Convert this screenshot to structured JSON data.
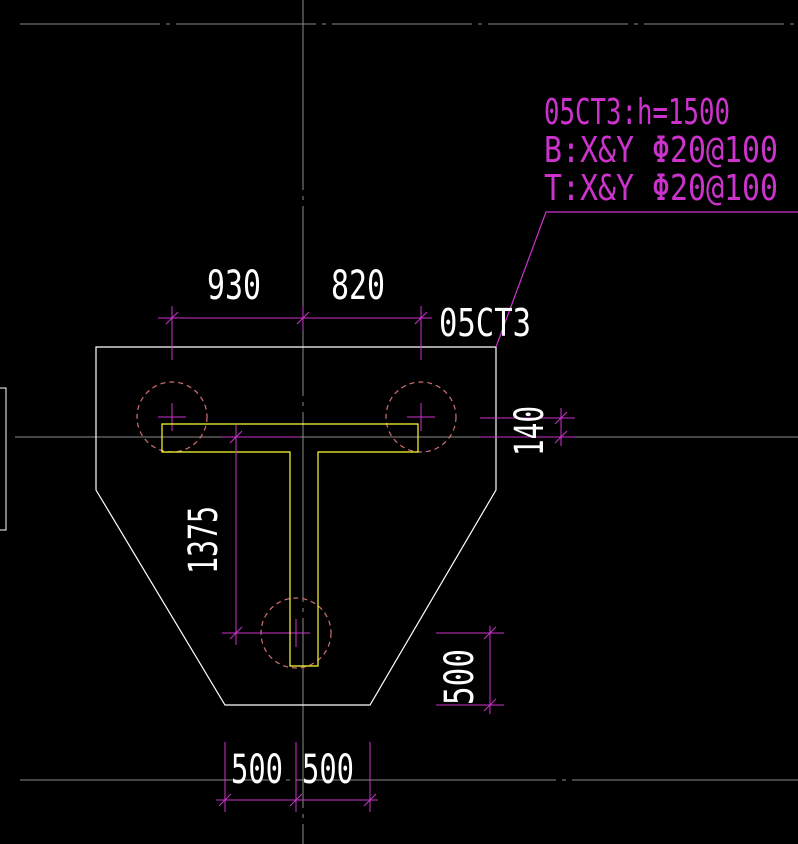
{
  "colors": {
    "background": "#000000",
    "axis": "#8a8a8a",
    "outline": "#ffffff",
    "dimension": "#cc33cc",
    "pile": "#d07070",
    "wall": "#ffff33",
    "label": "#cc33cc"
  },
  "annotation": {
    "line1": "05CT3:h=1500",
    "line2": "B:X&Y Φ20@100",
    "line3": "T:X&Y Φ20@100"
  },
  "cap_tag": "05CT3",
  "dimensions": {
    "top_left": "930",
    "top_right": "820",
    "right_side": "140",
    "vertical_left": "1375",
    "lower_right": "500",
    "bottom_left": "500",
    "bottom_right": "500"
  }
}
